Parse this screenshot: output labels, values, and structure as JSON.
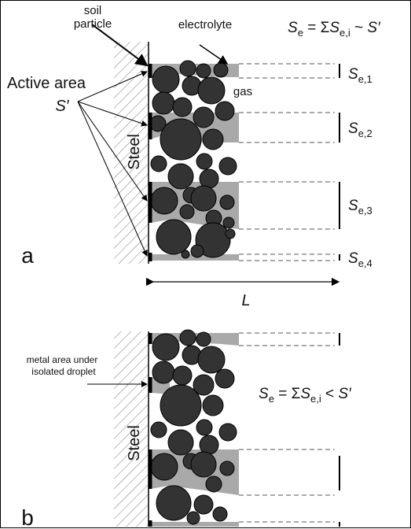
{
  "panel_a": {
    "letter": "a",
    "soil_particle_label_line1": "soil",
    "soil_particle_label_line2": "particle",
    "electrolyte_label": "electrolyte",
    "gas_label": "gas",
    "active_area_label": "Active area",
    "active_area_symbol": "S′",
    "steel_label": "Steel",
    "equation": {
      "lhs": "S",
      "lhs_sub": "e",
      "op": " = Σ",
      "term": "S",
      "term_sub": "e,i",
      "rel": " ~ ",
      "rhs": "S′"
    },
    "segment_labels": [
      {
        "main": "S",
        "sub": "e,1"
      },
      {
        "main": "S",
        "sub": "e,2"
      },
      {
        "main": "S",
        "sub": "e,3"
      },
      {
        "main": "S",
        "sub": "e,4"
      }
    ],
    "length_symbol": "L"
  },
  "panel_b": {
    "letter": "b",
    "droplet_label_line1": "metal area under",
    "droplet_label_line2": "isolated droplet",
    "steel_label": "Steel",
    "equation": {
      "lhs": "S",
      "lhs_sub": "e",
      "op": " = Σ",
      "term": "S",
      "term_sub": "e,i",
      "rel": " < ",
      "rhs": "S′"
    }
  },
  "colors": {
    "particle_fill": "#333333",
    "electrolyte_fill": "#a9a9a9",
    "steel_hatch": "#777777",
    "active_area_line": "#000000"
  }
}
